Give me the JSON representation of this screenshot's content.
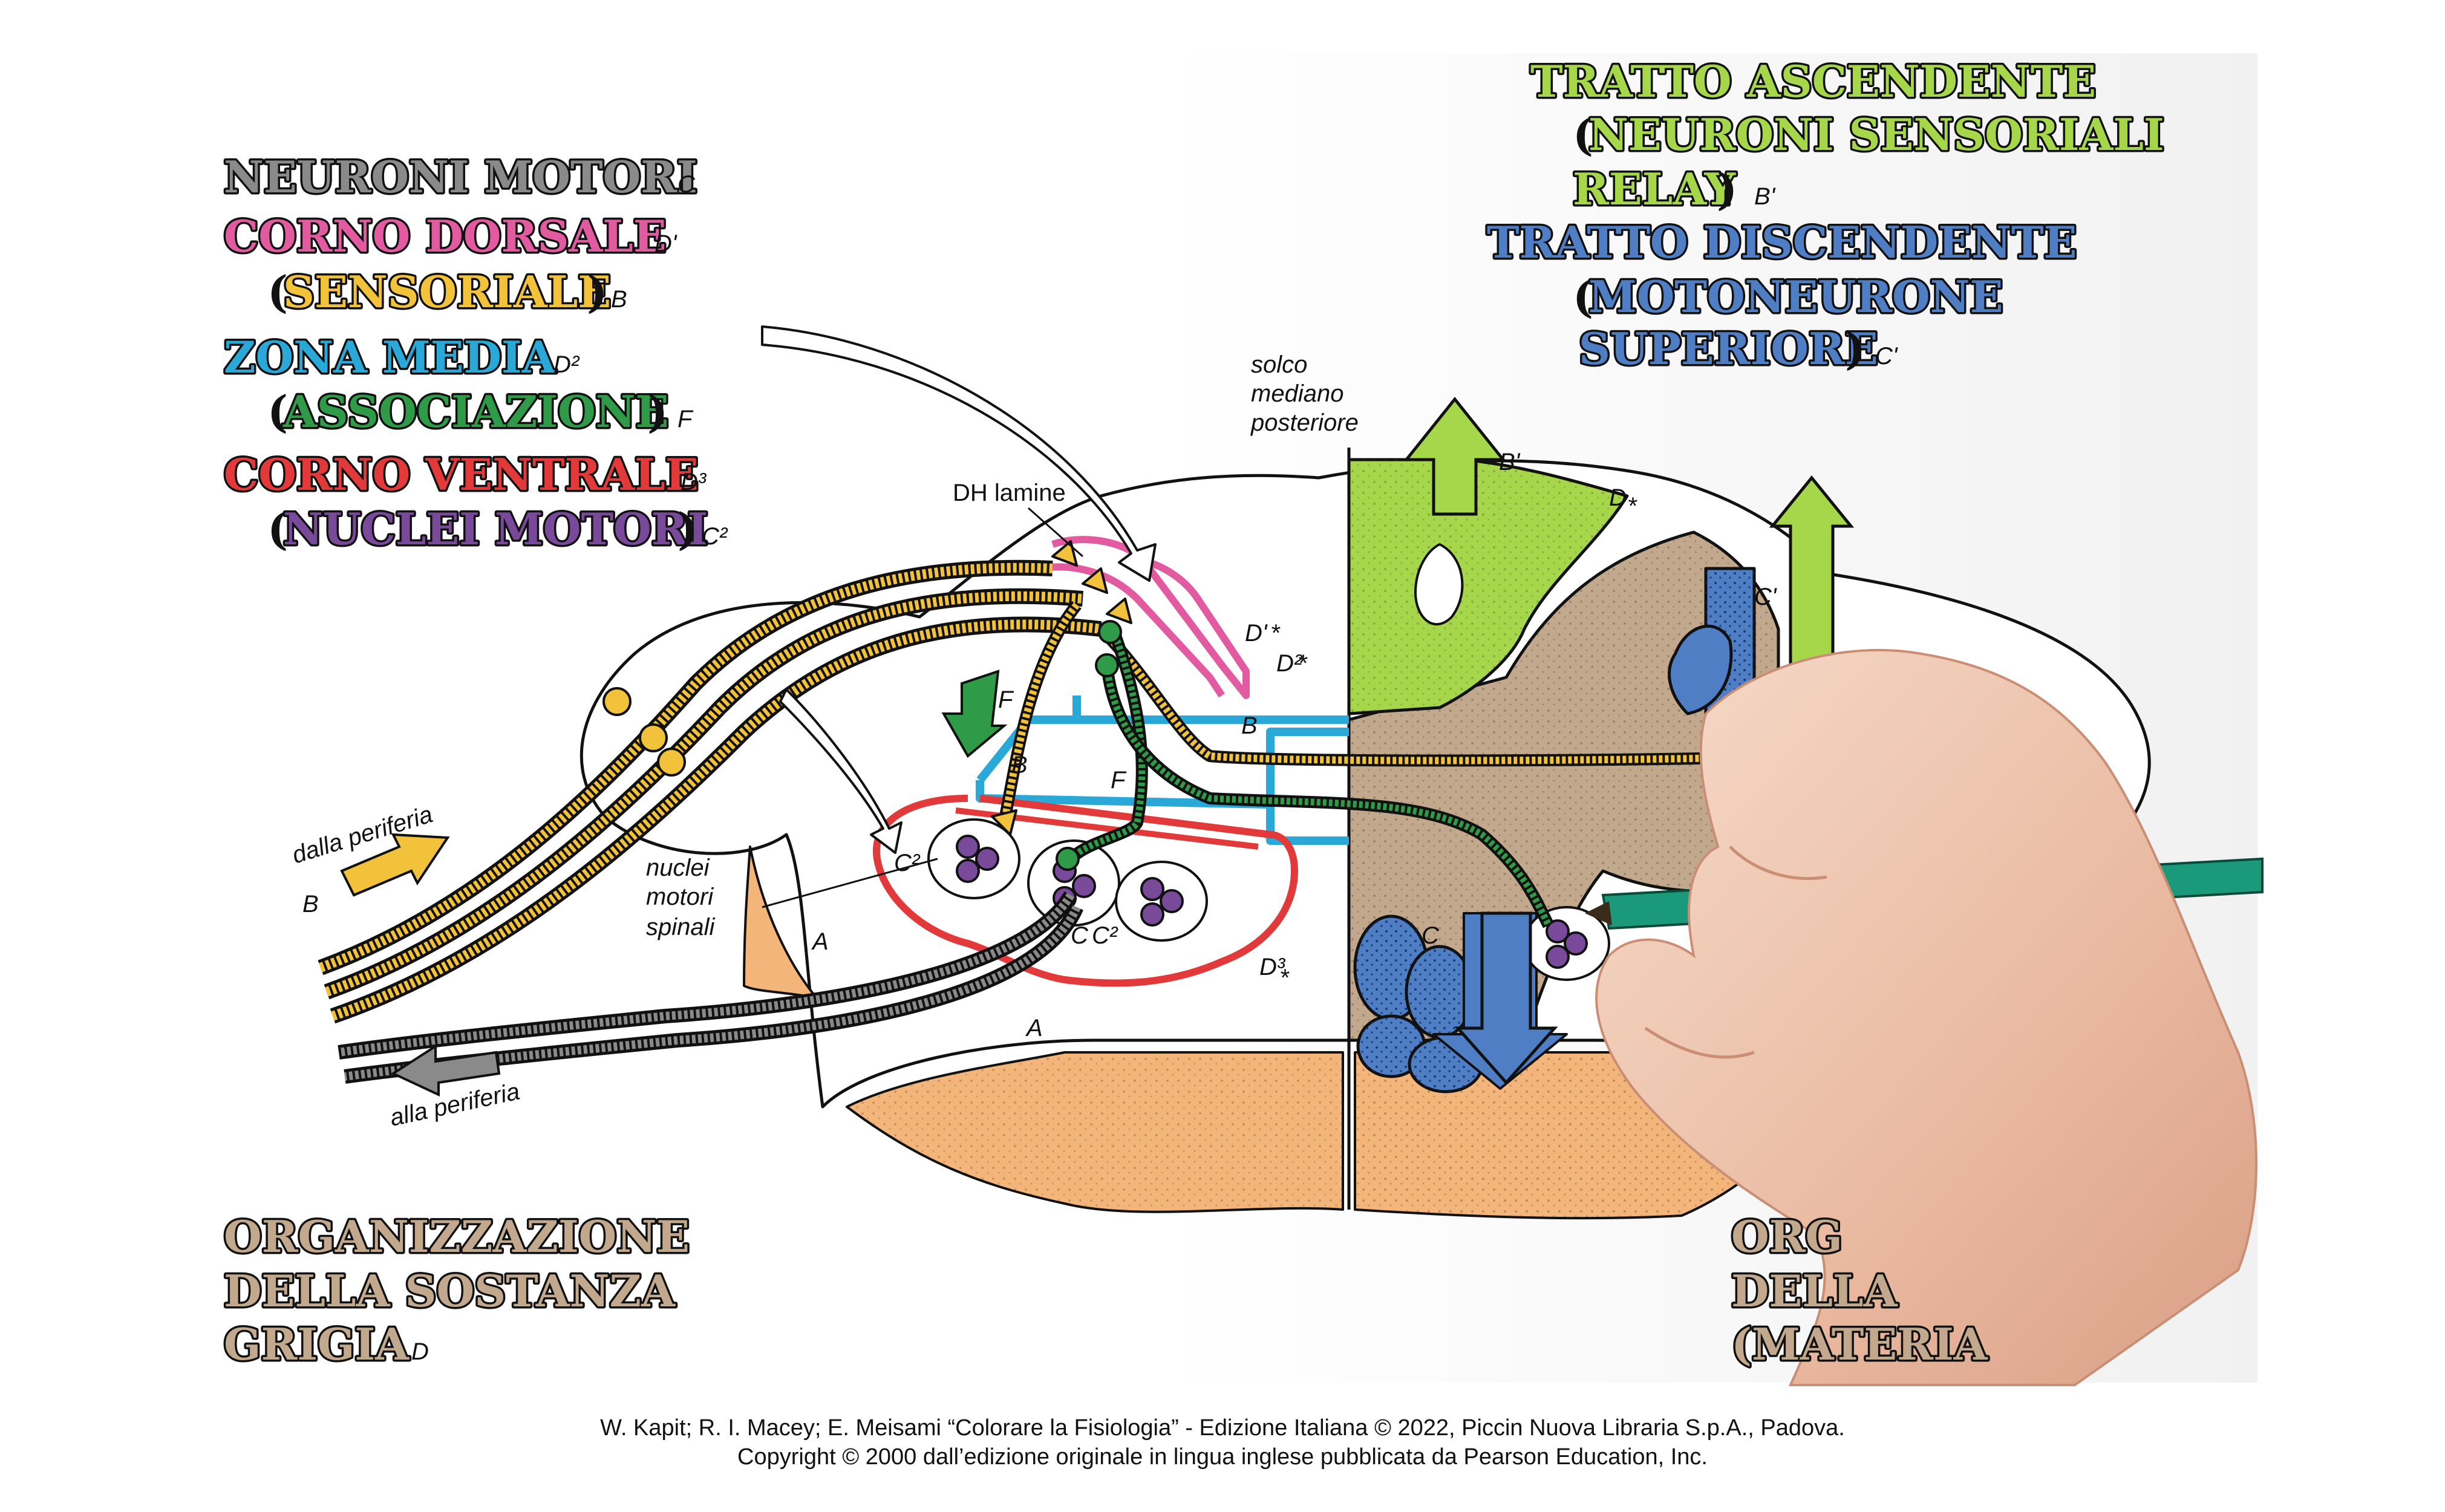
{
  "legend": {
    "neuroni_motori": "NEURONI MOTORI",
    "neuroni_motori_code": "C",
    "corno_dorsale": "CORNO DORSALE",
    "corno_dorsale_code": "D'",
    "sensoriale_open": "(",
    "sensoriale": "SENSORIALE",
    "sensoriale_close": ")",
    "sensoriale_code": "B",
    "zona_media": "ZONA MEDIA",
    "zona_media_code": "D²",
    "associazione_open": "(",
    "associazione": "ASSOCIAZIONE",
    "associazione_close": ")",
    "associazione_code": "F",
    "corno_ventrale": "CORNO VENTRALE",
    "corno_ventrale_code": "D³",
    "nuclei_motori_open": "(",
    "nuclei_motori": "NUCLEI MOTORI",
    "nuclei_motori_close": ")",
    "nuclei_motori_code": "C²",
    "tratto_ascendente": "TRATTO ASCENDENTE",
    "neuroni_relay_line1": "NEURONI SENSORIALI",
    "neuroni_relay_open": "(",
    "neuroni_relay_line2": "RELAY",
    "neuroni_relay_close": ")",
    "neuroni_relay_code": "B'",
    "tratto_discendente": "TRATTO DISCENDENTE",
    "motoneurone_open": "(",
    "motoneurone_line1": "MOTONEURONE",
    "motoneurone_line2": "SUPERIORE",
    "motoneurone_close": ")",
    "motoneurone_code": "C'",
    "organizzazione_line1": "ORGANIZZAZIONE",
    "organizzazione_line2": "DELLA SOSTANZA",
    "organizzazione_line3": "GRIGIA",
    "organizzazione_code": "D",
    "right_partial_line1": "ORG",
    "right_partial_line2": "DELLA",
    "right_partial_line3": "(MATERIA"
  },
  "labels": {
    "dh_lamine": "DH lamine",
    "solco_line1": "solco",
    "solco_line2": "mediano",
    "solco_line3": "posteriore",
    "nuclei_line1": "nuclei",
    "nuclei_line2": "motori",
    "nuclei_line3": "spinali",
    "dalla_periferia": "dalla periferia",
    "alla_periferia": "alla periferia",
    "B": "B",
    "A": "A",
    "F": "F",
    "C": "C",
    "C2": "C²",
    "D1": "D'",
    "D2": "D²",
    "D3": "D³",
    "D": "D",
    "Bp": "B'",
    "Cp": "C'",
    "star": "*"
  },
  "credits": {
    "line1": "W. Kapit; R. I. Macey; E. Meisami “Colorare la Fisiologia” - Edizione Italiana © 2022, Piccin Nuova Libraria S.p.A., Padova.",
    "line2": "Copyright © 2000 dall’edizione originale in lingua inglese pubblicata da Pearson Education, Inc."
  },
  "colors": {
    "motor_gray": "#8a8a8a",
    "dorsal_pink": "#e25aa0",
    "sensory_yellow": "#f2c23a",
    "zona_blue": "#2aa8d8",
    "assoc_green": "#2f9a48",
    "ventral_red": "#e23a3a",
    "nuclei_purple": "#7a4a9a",
    "ascending_lime": "#a6d64a",
    "descending_blue": "#4f7ec4",
    "gray_brown": "#c2a98d",
    "white_orange": "#f4b57a"
  },
  "icons": [
    "hand-with-pencil-icon",
    "arrow-up-icon",
    "arrow-down-icon",
    "arrow-right-icon",
    "arrow-left-icon"
  ]
}
